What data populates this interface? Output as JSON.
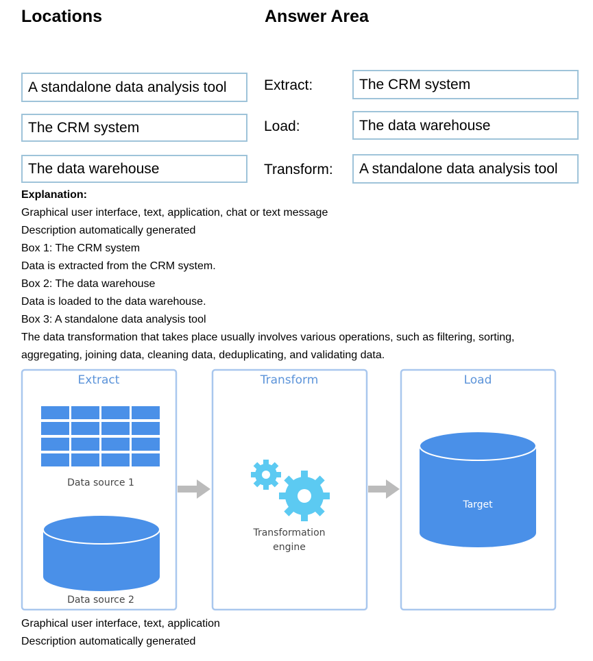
{
  "headings": {
    "locations": "Locations",
    "answer_area": "Answer Area"
  },
  "locations": [
    "A standalone data analysis tool",
    "The CRM system",
    "The data warehouse"
  ],
  "answer_rows": [
    {
      "label": "Extract:",
      "answer": "The CRM system"
    },
    {
      "label": "Load:",
      "answer": "The data warehouse"
    },
    {
      "label": "Transform:",
      "answer": "A standalone data analysis tool"
    }
  ],
  "explanation": {
    "title": "Explanation:",
    "lines": [
      "Graphical user interface, text, application, chat or text message",
      "Description automatically generated",
      "Box 1: The CRM system",
      "Data is extracted from the CRM system.",
      "Box 2: The data warehouse",
      "Data is loaded to the data warehouse.",
      "Box 3: A standalone data analysis tool",
      "The data transformation that takes place usually involves various operations, such as filtering, sorting,",
      "aggregating, joining data, cleaning data, deduplicating, and validating data."
    ]
  },
  "diagram": {
    "extract_title": "Extract",
    "transform_title": "Transform",
    "load_title": "Load",
    "data_source_1": "Data source 1",
    "data_source_2": "Data source 2",
    "engine_line1": "Transformation",
    "engine_line2": "engine",
    "target": "Target"
  },
  "footer": {
    "line1": "Graphical user interface, text, application",
    "line2": "Description automatically generated"
  },
  "colors": {
    "box_border": "#9ec3d9",
    "panel_border": "#a9c7ee",
    "blue": "#4a90e8",
    "gear": "#5ccaf2",
    "arrow": "#bbbbbb"
  }
}
